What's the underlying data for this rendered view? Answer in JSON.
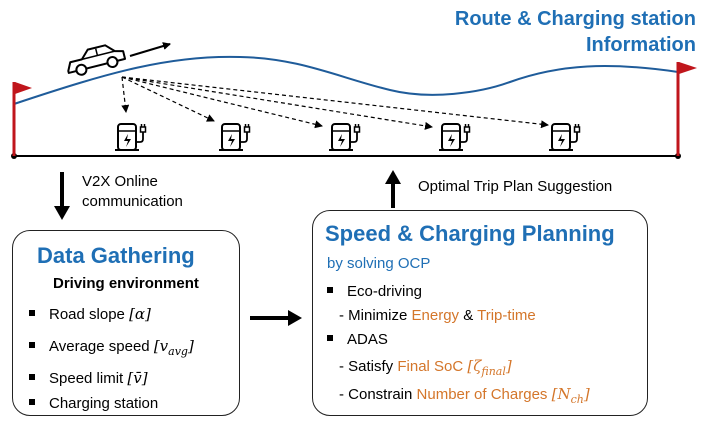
{
  "header": {
    "title_line1": "Route & Charging station",
    "title_line2": "Information"
  },
  "arrows": {
    "v2x_line1": "V2X Online",
    "v2x_line2": "communication",
    "optimal": "Optimal Trip Plan Suggestion"
  },
  "left_box": {
    "title": "Data Gathering",
    "subtitle": "Driving environment",
    "items": [
      {
        "text": "Road slope ",
        "math": "[α]"
      },
      {
        "text": "Average speed ",
        "math": "[v",
        "sub": "avg",
        "math_end": "]"
      },
      {
        "text": "Speed limit ",
        "math": "[v̄]"
      },
      {
        "text": "Charging station",
        "math": ""
      }
    ]
  },
  "right_box": {
    "title": "Speed & Charging Planning",
    "subtitle": "by solving OCP",
    "eco": "Eco-driving",
    "minimize_prefix": "- Minimize ",
    "energy": "Energy",
    "amp": " & ",
    "trip_time": "Trip-time",
    "adas": "ADAS",
    "satisfy_prefix": "- Satisfy ",
    "final_soc": "Final SoC ",
    "final_soc_math": "[ζ",
    "final_soc_sub": "final",
    "final_soc_end": "]",
    "constrain_prefix": "- Constrain ",
    "num_charges": "Number of Charges ",
    "num_charges_math": "[N",
    "num_charges_sub": "ch",
    "num_charges_end": "]"
  },
  "icons": [
    "car-icon",
    "flag-icon",
    "charging-station-icon"
  ],
  "colors": {
    "accent_blue": "#1f6fb5",
    "accent_orange": "#d4762a",
    "flag_red": "#c0161c"
  }
}
